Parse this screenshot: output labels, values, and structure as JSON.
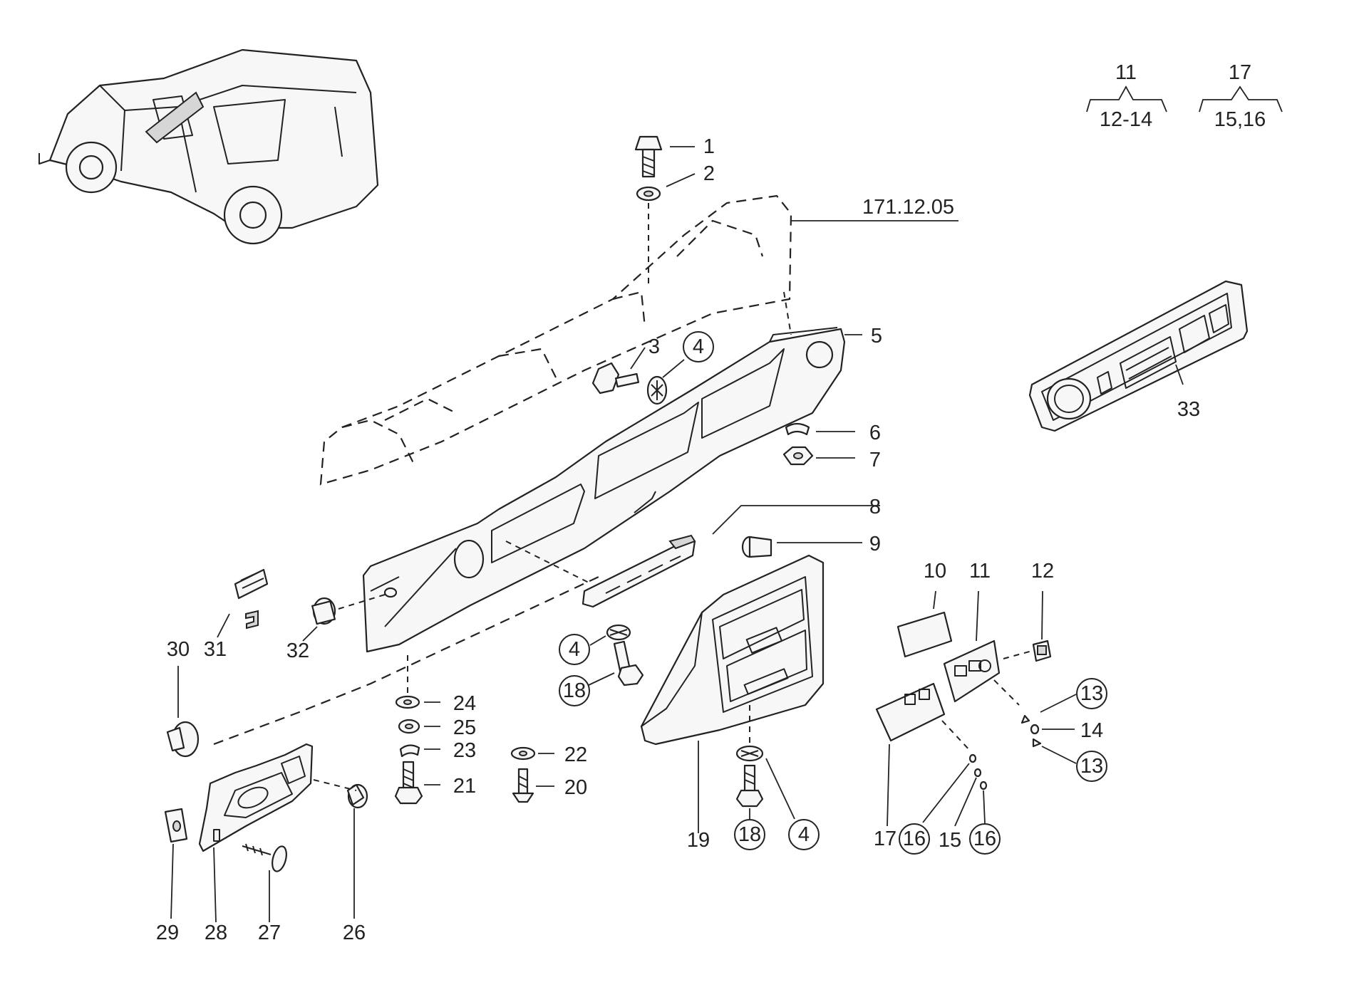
{
  "reference": "171.12.05",
  "groups": [
    {
      "top": "11",
      "bottom": "12-14"
    },
    {
      "top": "17",
      "bottom": "15,16"
    }
  ],
  "callouts": {
    "p1": "1",
    "p2": "2",
    "p3": "3",
    "p4a": "4",
    "p5": "5",
    "p6": "6",
    "p7": "7",
    "p8": "8",
    "p9": "9",
    "p10": "10",
    "p11": "11",
    "p12": "12",
    "p13a": "13",
    "p14": "14",
    "p13b": "13",
    "p4b": "4",
    "p18a": "18",
    "p24": "24",
    "p25": "25",
    "p23": "23",
    "p21": "21",
    "p22": "22",
    "p20": "20",
    "p30": "30",
    "p31": "31",
    "p32": "32",
    "p33": "33",
    "p19": "19",
    "p18b": "18",
    "p4c": "4",
    "p17": "17",
    "p16a": "16",
    "p15": "15",
    "p16b": "16",
    "p29": "29",
    "p28": "28",
    "p27": "27",
    "p26": "26"
  }
}
